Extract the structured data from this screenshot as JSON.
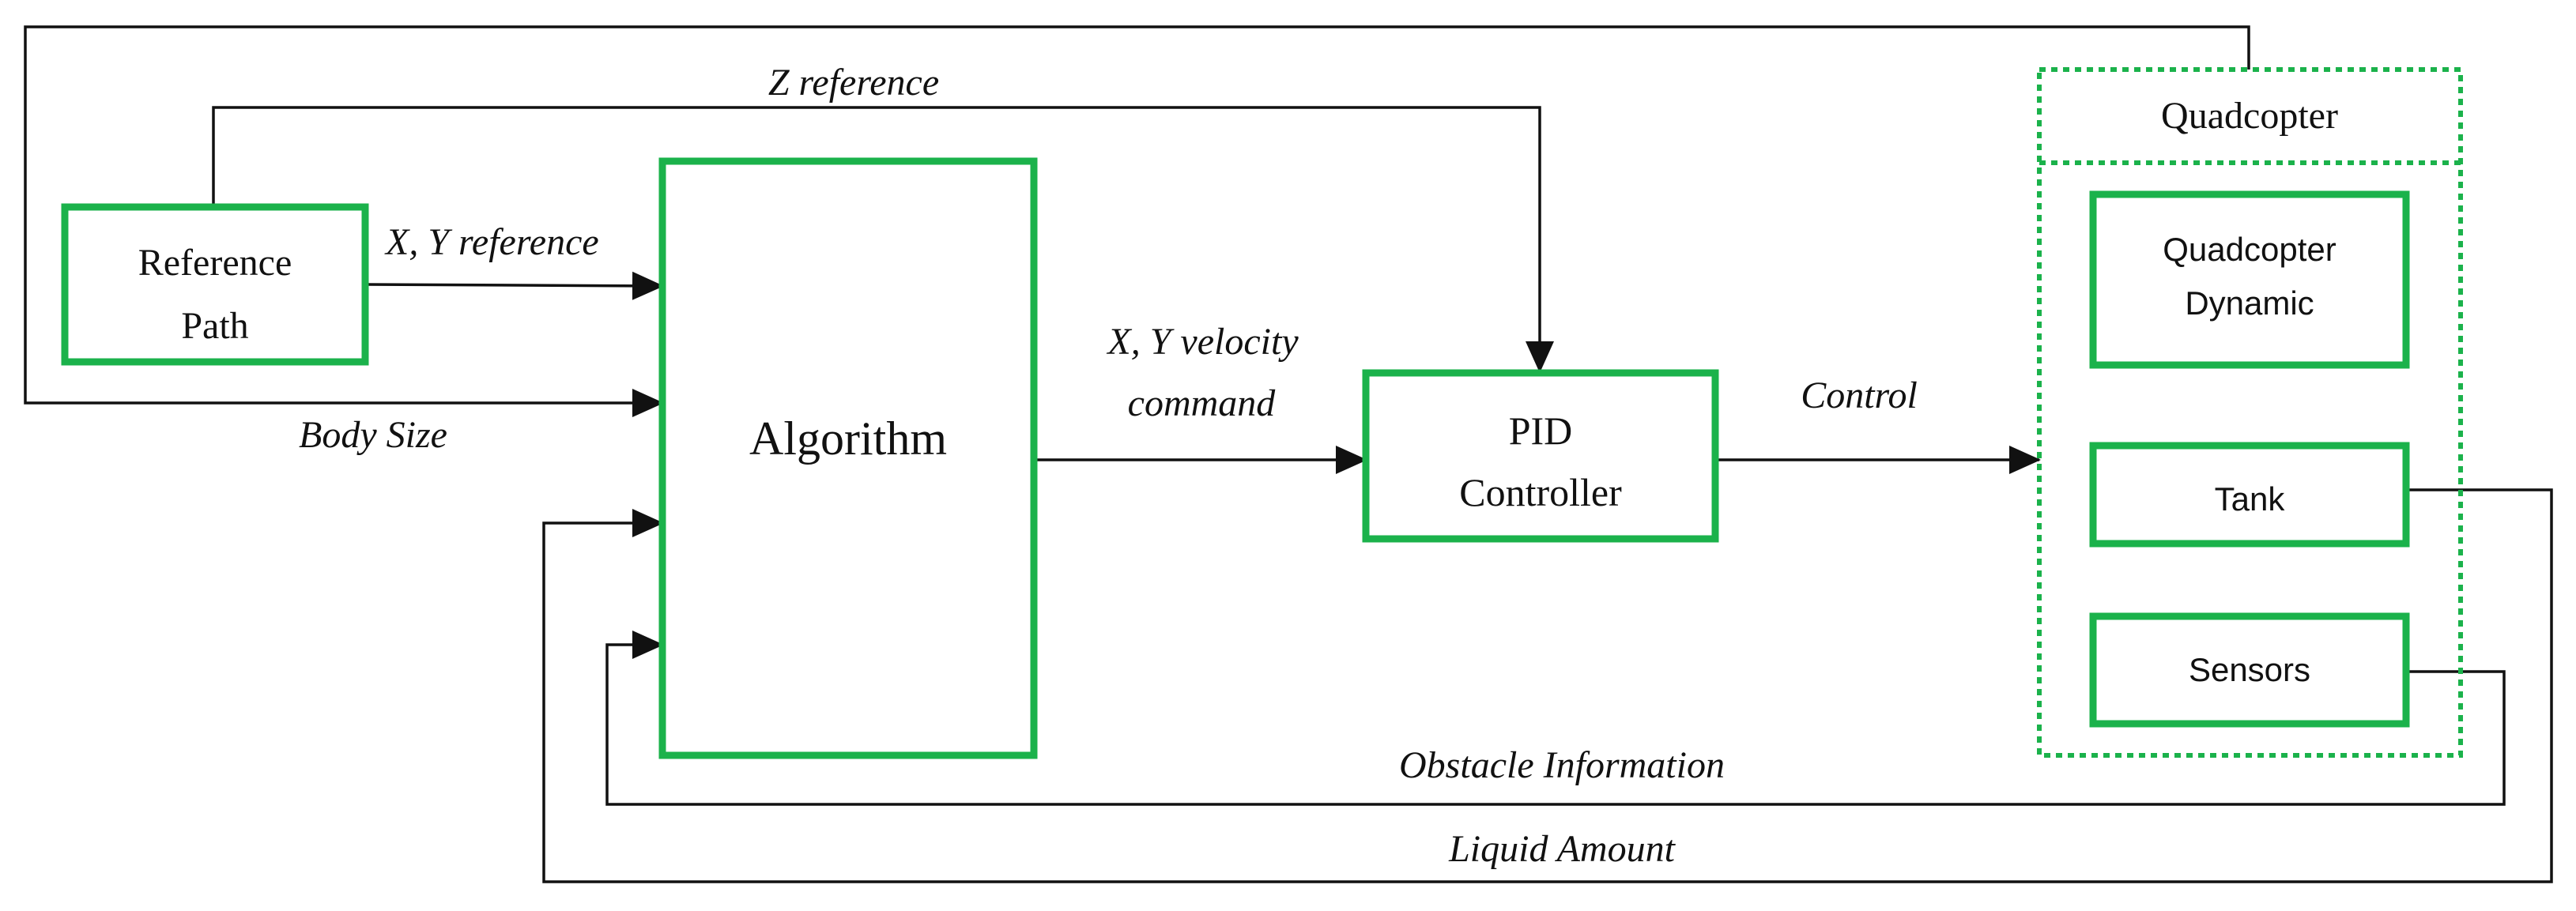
{
  "colors": {
    "block_border": "#1bb24b",
    "wire": "#111111",
    "background": "#ffffff"
  },
  "blocks": {
    "reference_path": {
      "line1": "Reference",
      "line2": "Path"
    },
    "algorithm": {
      "label": "Algorithm"
    },
    "pid_controller": {
      "line1": "PID",
      "line2": "Controller"
    },
    "quadcopter_group": {
      "label": "Quadcopter"
    },
    "quadcopter_dynamic": {
      "line1": "Quadcopter",
      "line2": "Dynamic"
    },
    "tank": {
      "label": "Tank"
    },
    "sensors": {
      "label": "Sensors"
    }
  },
  "signals": {
    "z_reference": "Z reference",
    "xy_reference": "X, Y reference",
    "body_size": "Body Size",
    "xy_velocity_line1": "X, Y velocity",
    "xy_velocity_line2": "command",
    "control": "Control",
    "obstacle_information": "Obstacle Information",
    "liquid_amount": "Liquid Amount"
  }
}
